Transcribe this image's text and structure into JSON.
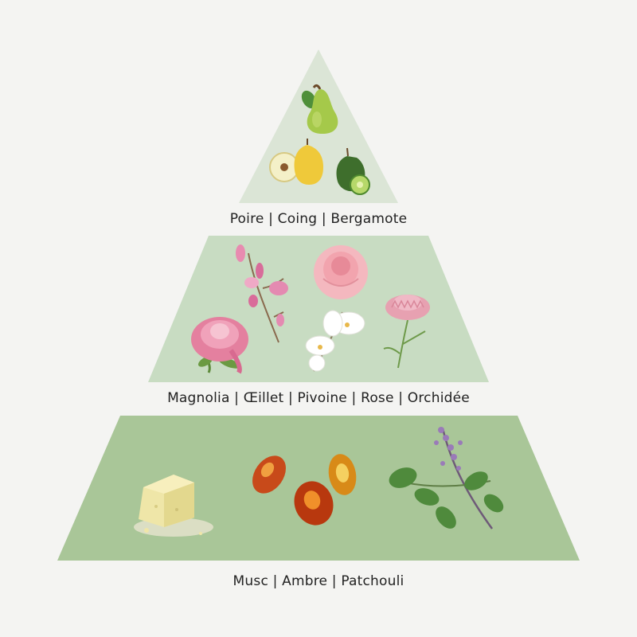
{
  "colors": {
    "background": "#f4f4f2",
    "tier_top": "#dbe5d6",
    "tier_middle": "#c8dcc2",
    "tier_base": "#a9c698"
  },
  "tiers": {
    "top": {
      "label": "Poire | Coing | Bergamote",
      "illustrations": [
        "pear-icon",
        "quince-icon",
        "bergamot-icon"
      ]
    },
    "middle": {
      "label": "Magnolia | Œillet | Pivoine | Rose | Orchidée",
      "illustrations": [
        "magnolia-icon",
        "rose-icon",
        "peony-icon",
        "orchid-icon",
        "carnation-icon"
      ]
    },
    "base": {
      "label": "Musc | Ambre | Patchouli",
      "illustrations": [
        "musk-icon",
        "amber-icon",
        "patchouli-icon"
      ]
    }
  }
}
